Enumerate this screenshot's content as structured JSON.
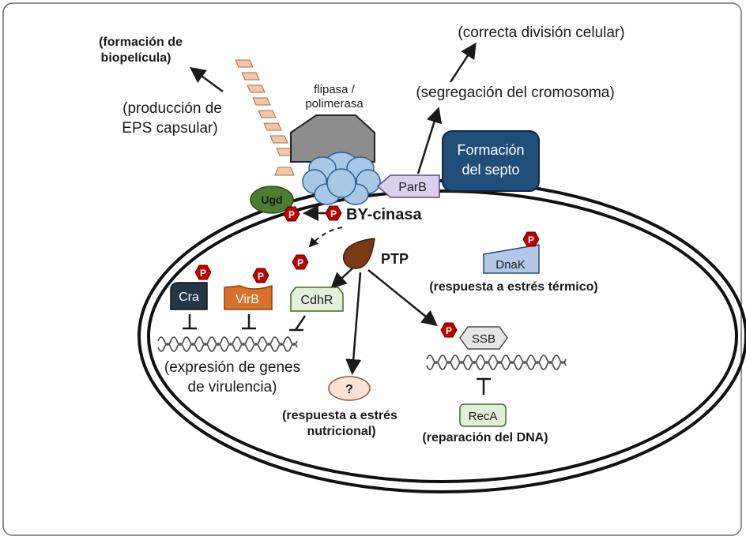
{
  "labels": {
    "biofilm_line1": "(formación de",
    "biofilm_line2": "biopelícula)",
    "eps_line1": "(producción de",
    "eps_line2": "EPS capsular)",
    "flipasa_line1": "flipasa /",
    "flipasa_line2": "polimerasa",
    "division": "(correcta división celular)",
    "segregation": "(segregación del cromosoma)",
    "septum_line1": "Formación",
    "septum_line2": "del septo",
    "parb": "ParB",
    "ugd": "Ugd",
    "by_kinase": "BY-cinasa",
    "ptp": "PTP",
    "dnak": "DnaK",
    "heat_stress": "(respuesta a estrés térmico)",
    "cra": "Cra",
    "virb": "VirB",
    "cdhr": "CdhR",
    "ssb": "SSB",
    "virulence_line1": "(expresión de genes",
    "virulence_line2": "de virulencia)",
    "unknown": "?",
    "nutritional_line1": "(respuesta a estrés",
    "nutritional_line2": "nutricional)",
    "reca": "RecA",
    "dna_repair": "(reparación del DNA)",
    "phospho": "P"
  },
  "colors": {
    "eps_chain": "#f5c6a5",
    "flipasa": "#8c8c8c",
    "kinase": "#a9c8e8",
    "septum": "#1f4e79",
    "parb": "#ddd0ee",
    "ugd": "#4f7d2f",
    "phospho": "#c00000",
    "ptp": "#7b3a16",
    "dnak": "#b4c7e7",
    "cra": "#243746",
    "virb": "#d9712a",
    "cdhr": "#e2efd9",
    "ssb": "#e6e6e6",
    "unknown": "#fbe2d5",
    "reca": "#e2efd9"
  }
}
